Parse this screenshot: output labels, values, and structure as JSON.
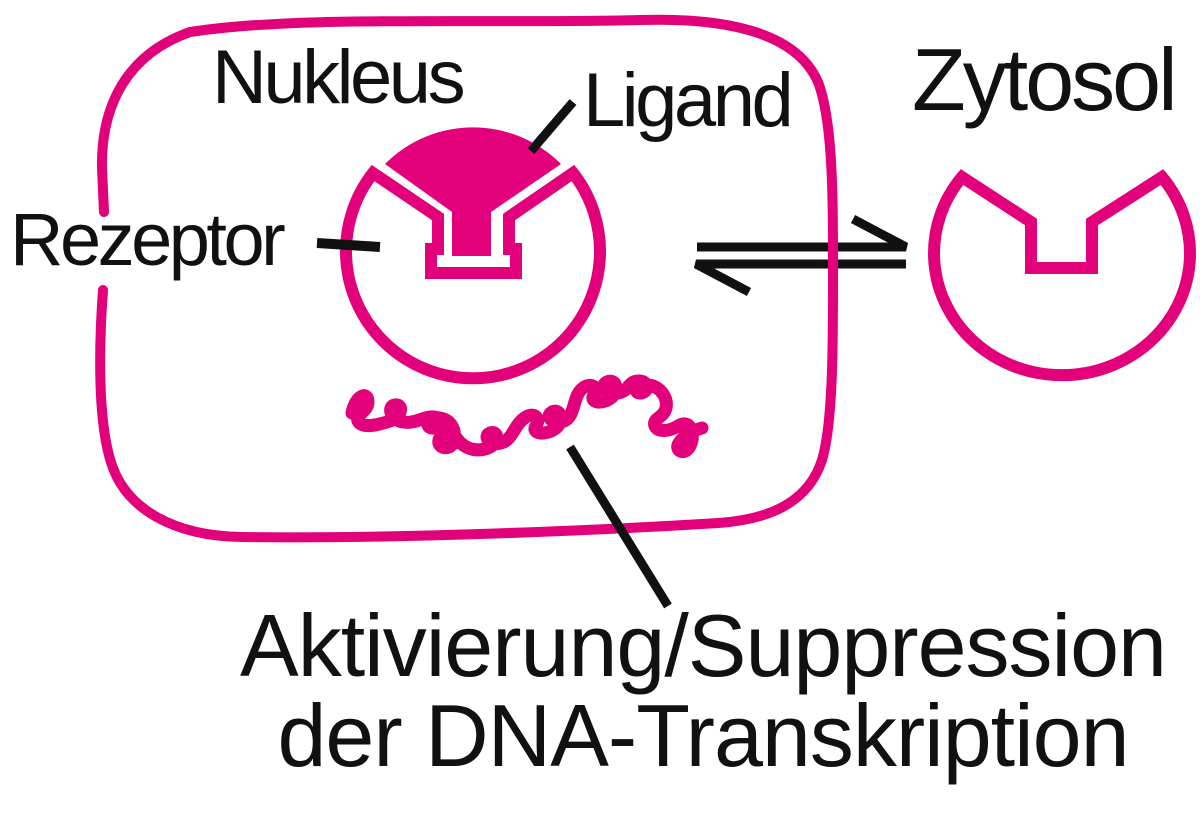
{
  "diagram": {
    "labels": {
      "nucleus": "Nukleus",
      "ligand": "Ligand",
      "receptor": "Rezeptor",
      "cytosol": "Zytosol"
    },
    "caption": {
      "line1": "Aktivierung/Suppression",
      "line2": "der DNA-Transkription"
    },
    "colors": {
      "magenta": "#e3007b",
      "ink": "#111111",
      "background": "#ffffff"
    },
    "icons": {
      "nucleus_membrane": "nucleus-membrane-outline",
      "bound_receptor": "receptor-with-bound-ligand-icon",
      "ligand_shape": "ligand-wedge-icon",
      "free_receptor": "empty-receptor-icon",
      "dna": "dna-squiggle-icon",
      "equilibrium": "equilibrium-double-arrow-icon"
    }
  }
}
